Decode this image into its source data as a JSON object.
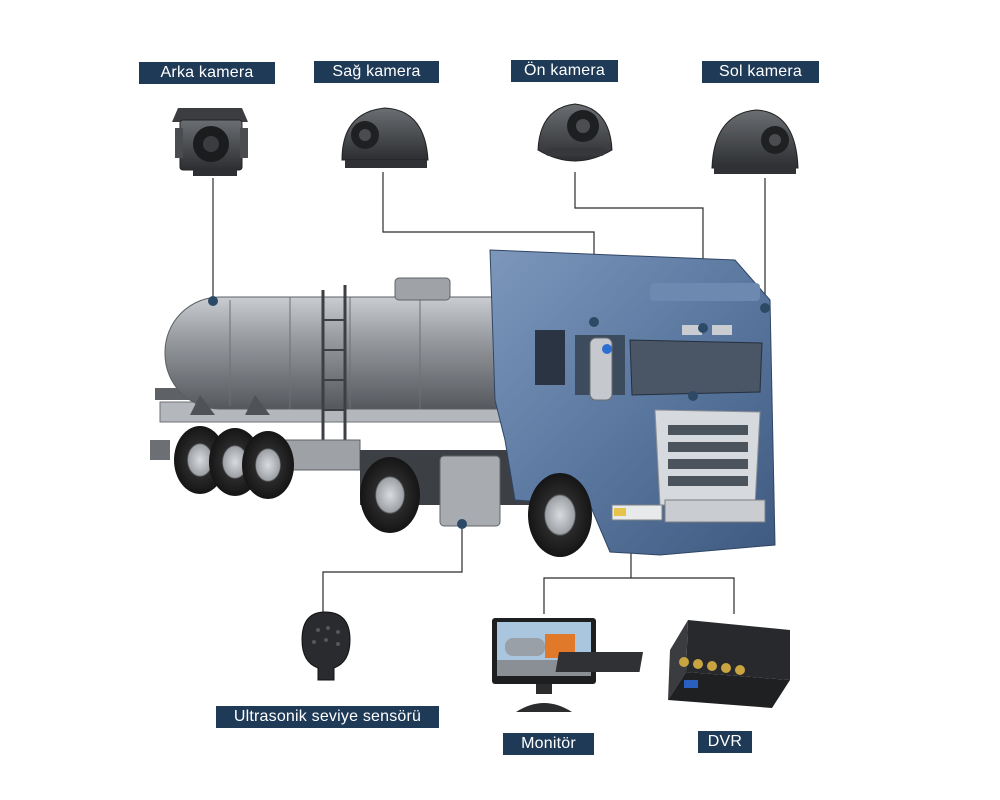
{
  "labels": {
    "rear_camera": "Arka kamera",
    "right_camera": "Sağ kamera",
    "front_camera": "Ön kamera",
    "left_camera": "Sol kamera",
    "ultrasonic_sensor": "Ultrasonik seviye sensörü",
    "monitor": "Monitör",
    "dvr": "DVR"
  },
  "colors": {
    "label_bg": "#1f3a56",
    "connector": "#2b2b2b",
    "dot": "#2c4a66",
    "truck_cab": "#5b78a0",
    "tanker": "#8d9196"
  }
}
